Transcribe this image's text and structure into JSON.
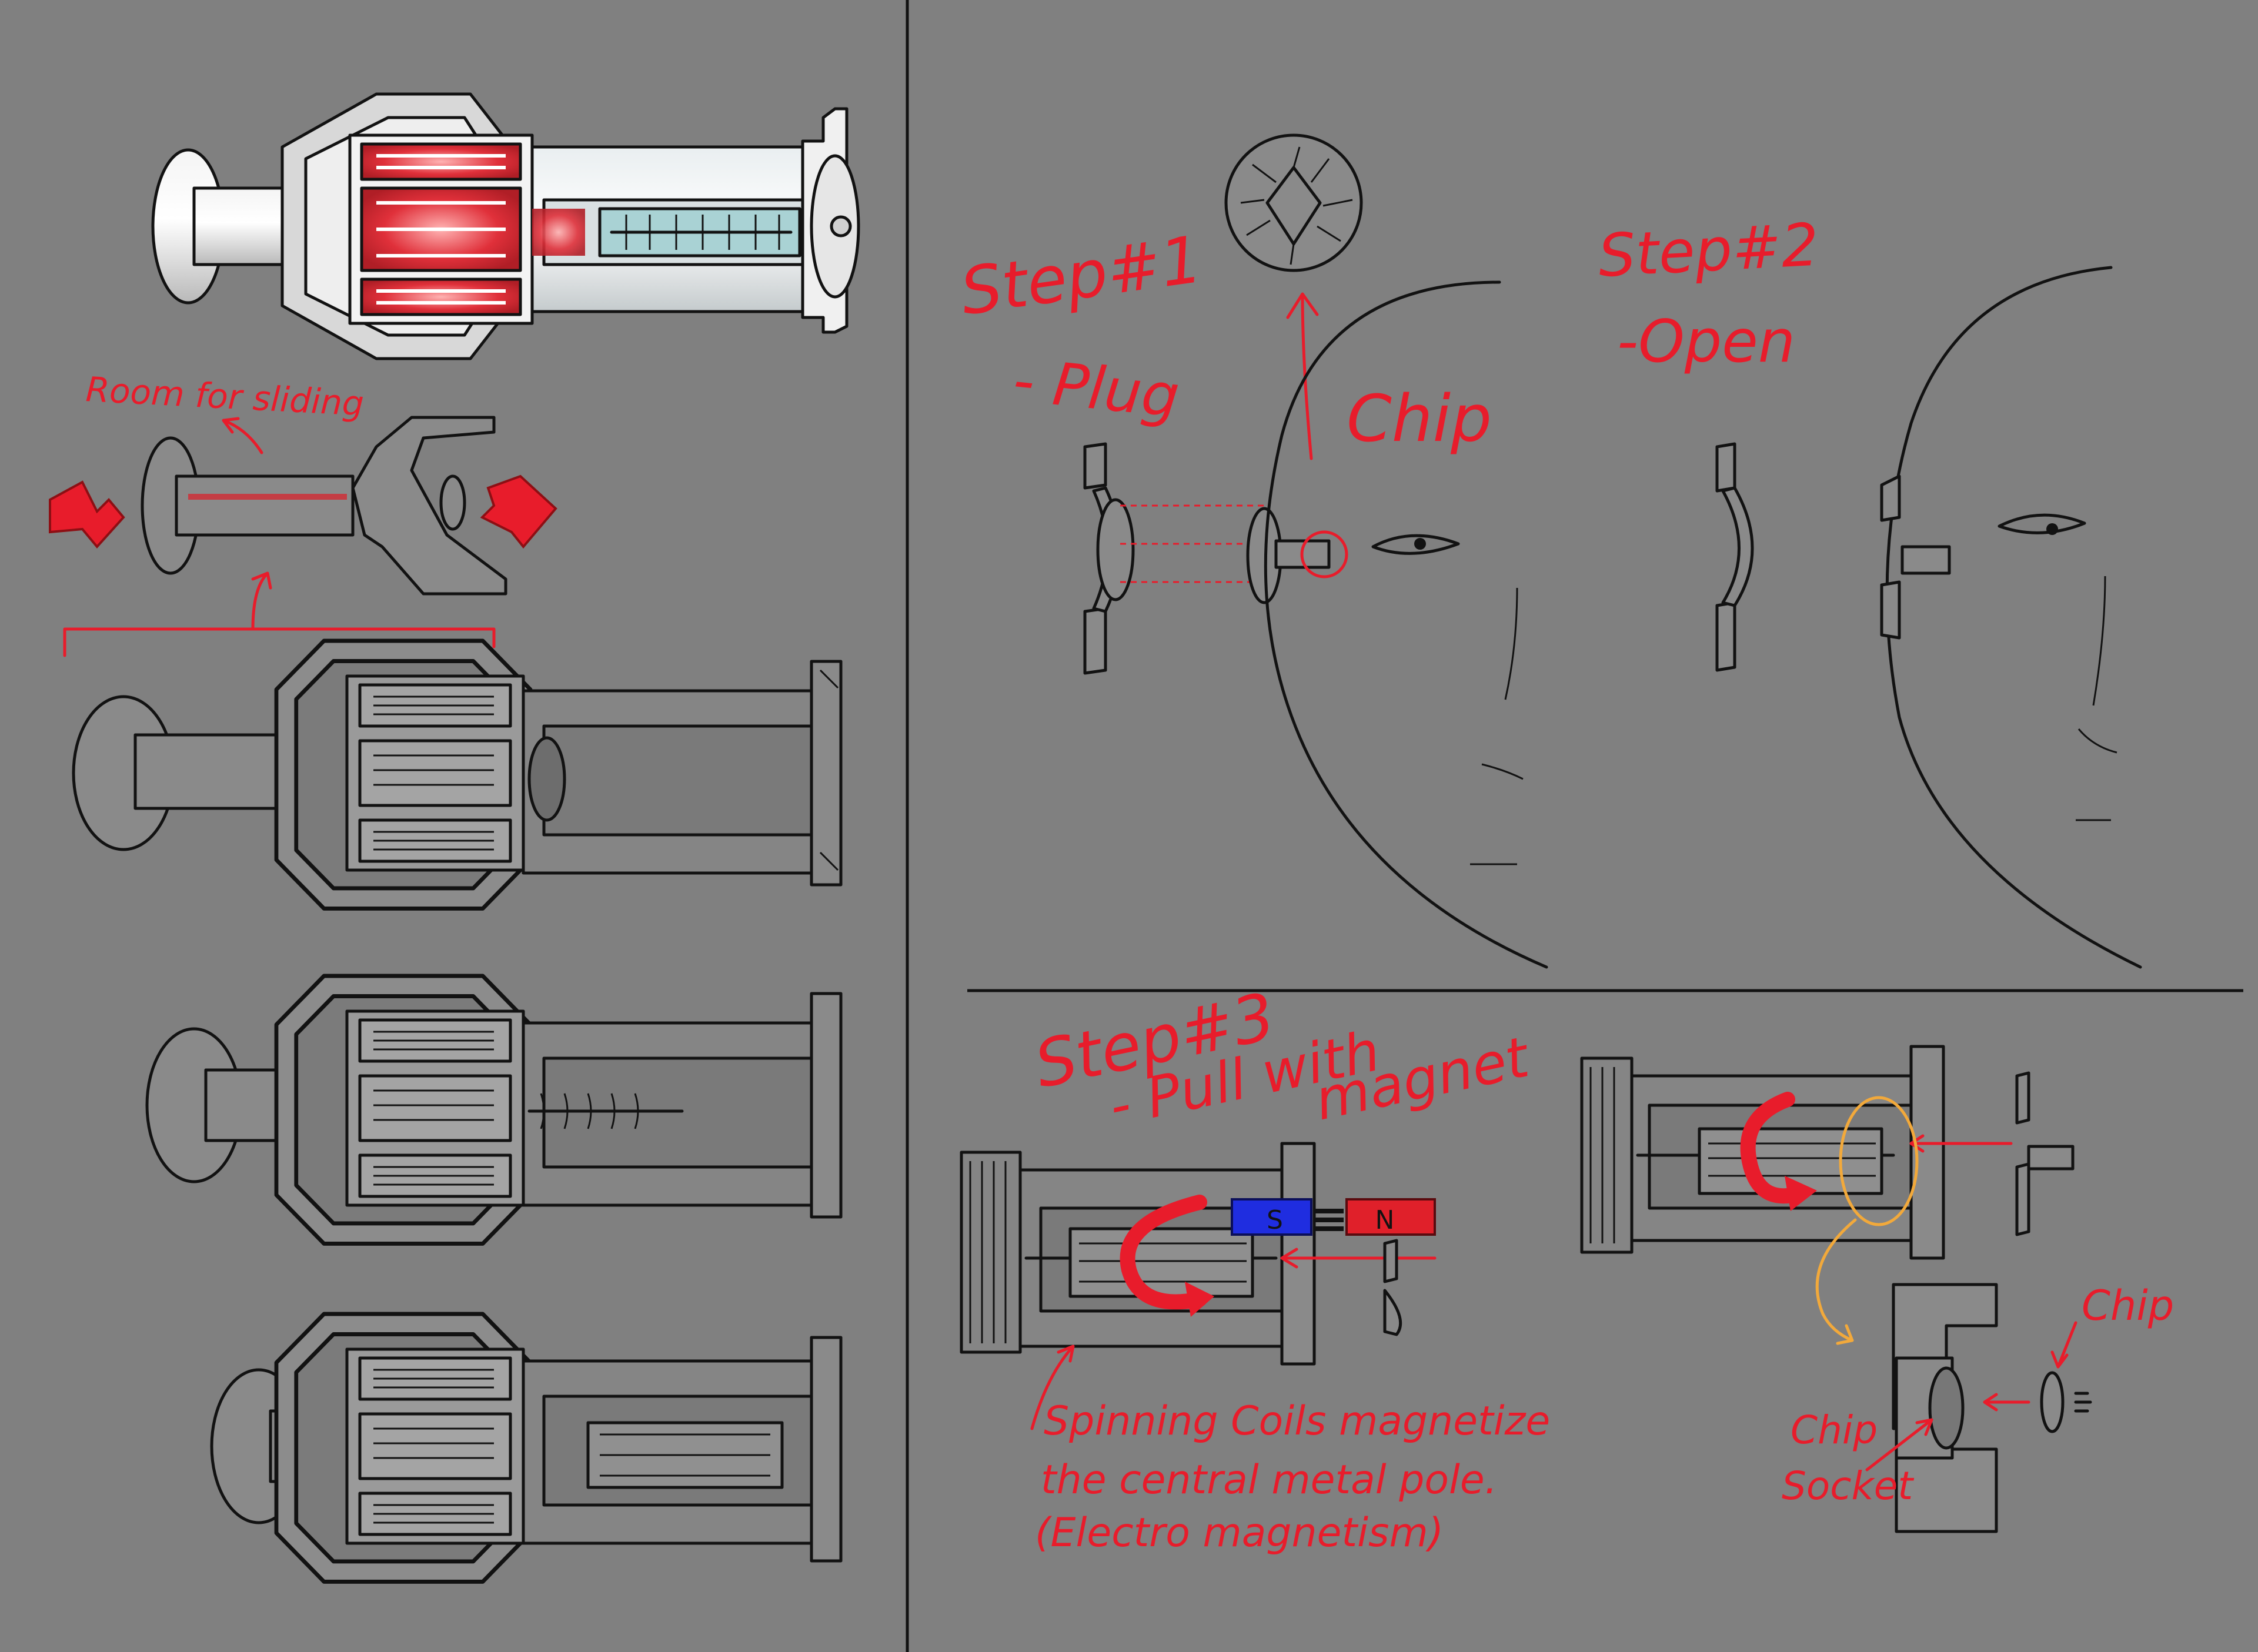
{
  "annotations": {
    "room_for_sliding": "Room for sliding",
    "step1_title": "Step#1",
    "step1_sub": "- Plug",
    "chip_label": "Chip",
    "step2_title": "Step#2",
    "step2_sub": "-Open",
    "step3_title": "Step#3",
    "step3_sub1": "- Pull with",
    "step3_sub2": "magnet",
    "coils_line1": "Spinning Coils magnetize",
    "coils_line2": "the central metal pole.",
    "coils_line3": "(Electro magnetism)",
    "chip_small": "Chip",
    "socket_line1": "Chip",
    "socket_line2": "Socket"
  },
  "magnet": {
    "south": "S",
    "north": "N"
  },
  "colors": {
    "background": "#808080",
    "ink": "#121212",
    "annotation_red": "#e81c2b",
    "glow_red": "#e0303a",
    "magnet_south": "#1f2de0",
    "magnet_north": "#e0202a",
    "highlight_orange": "#f2a93b",
    "core_teal": "#a9d2d4"
  }
}
